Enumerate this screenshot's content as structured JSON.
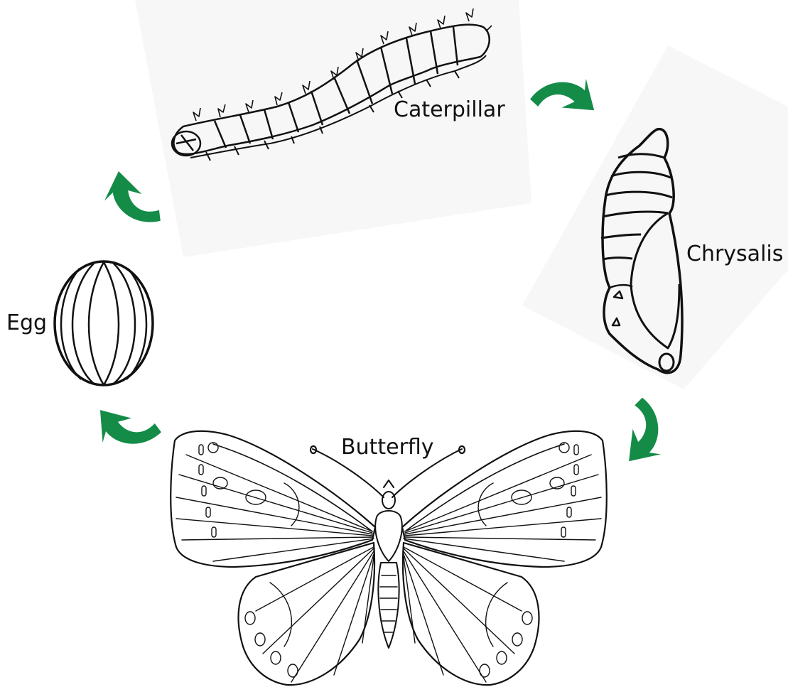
{
  "diagram": {
    "stages": [
      {
        "label": "Egg",
        "icon": "egg-icon"
      },
      {
        "label": "Caterpillar",
        "icon": "caterpillar-icon"
      },
      {
        "label": "Chrysalis",
        "icon": "chrysalis-icon"
      },
      {
        "label": "Butterfly",
        "icon": "butterfly-icon"
      }
    ],
    "arrow_color": "#148c48",
    "line_color": "#111111",
    "paper_color": "#f7f7f7"
  }
}
